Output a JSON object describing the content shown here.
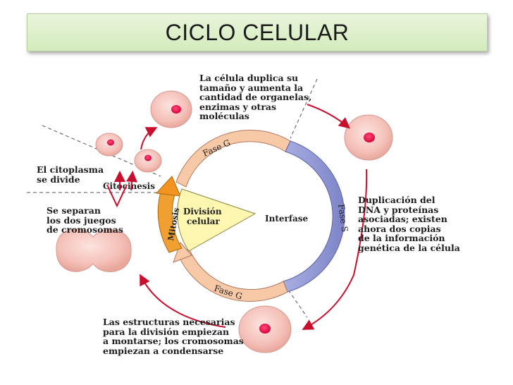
{
  "title": "CICLO CELULAR",
  "diagram": {
    "phases": {
      "g1": "Fase G",
      "s": "Fase S",
      "g2": "Fase G",
      "mitosis": "Mitosis",
      "citocinesis": "Citocinesis",
      "interfase": "Interfase",
      "division_line1": "División",
      "division_line2": "celular"
    },
    "annotations": {
      "top_right": [
        "La célula duplica su",
        "tamaño y aumenta la",
        "cantidad de organelas,",
        "enzimas y otras",
        "moléculas"
      ],
      "right": [
        "Duplicación del",
        "DNA y proteínas",
        "asociadas; existen",
        "ahora dos copias",
        "de la información",
        "genética de la célula"
      ],
      "bottom": [
        "Las estructuras necesarias",
        "para la división empiezan",
        "a montarse; los cromosomas",
        "empiezan a condensarse"
      ],
      "left_top": [
        "El citoplasma",
        "se divide"
      ],
      "left_mid": [
        "Se separan",
        "los dos juegos",
        "de cromosomas"
      ]
    },
    "colors": {
      "g_band": "#f8c9a6",
      "s_band": "#8e95d4",
      "mitosis_band": "#f0a030",
      "division_wedge": "#fdf6b0",
      "cell_fill": "#f6c9c4",
      "nucleus": "#e8104e",
      "arrow": "#c8102e"
    }
  }
}
